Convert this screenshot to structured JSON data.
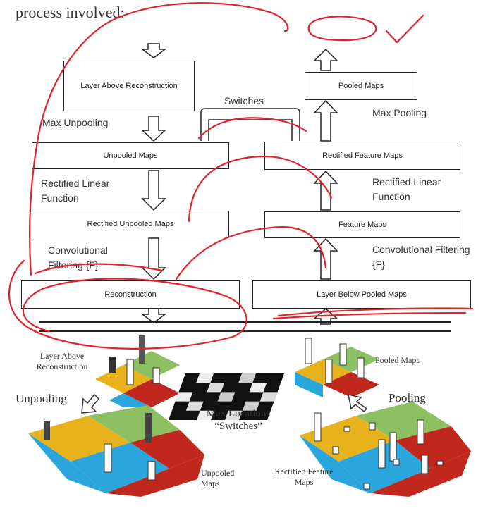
{
  "header": {
    "text": "process involved:"
  },
  "left_column": {
    "boxes": {
      "layer_above": "Layer Above Reconstruction",
      "unpooled": "Unpooled Maps",
      "rectified_unpooled": "Rectified Unpooled Maps",
      "reconstruction": "Reconstruction"
    },
    "labels": {
      "max_unpooling": "Max Unpooling",
      "rectified_linear": "Rectified Linear Function",
      "conv_filtering": "Convolutional Filtering {F}"
    }
  },
  "right_column": {
    "boxes": {
      "pooled": "Pooled Maps",
      "rectified_feature": "Rectified Feature Maps",
      "feature": "Feature Maps",
      "layer_below": "Layer Below Pooled Maps"
    },
    "labels": {
      "max_pooling": "Max Pooling",
      "rectified_linear": "Rectified Linear Function",
      "conv_filtering": "Convolutional Filtering {F}"
    }
  },
  "switches_label": "Switches",
  "bottom": {
    "layer_above_reconstruction": "Layer Above Reconstruction",
    "unpooling": "Unpooling",
    "max_locations": "Max Locations",
    "switches_quoted": "“Switches”",
    "pooled_maps": "Pooled Maps",
    "pooling": "Pooling",
    "unpooled_maps": "Unpooled Maps",
    "rectified_feature_maps": "Rectified Feature Maps"
  },
  "colors": {
    "annotation_red": "#e0242a",
    "grid_yellow": "#e8b21c",
    "grid_green": "#8cc063",
    "grid_blue": "#2aa6dc",
    "grid_red": "#c0281e"
  }
}
